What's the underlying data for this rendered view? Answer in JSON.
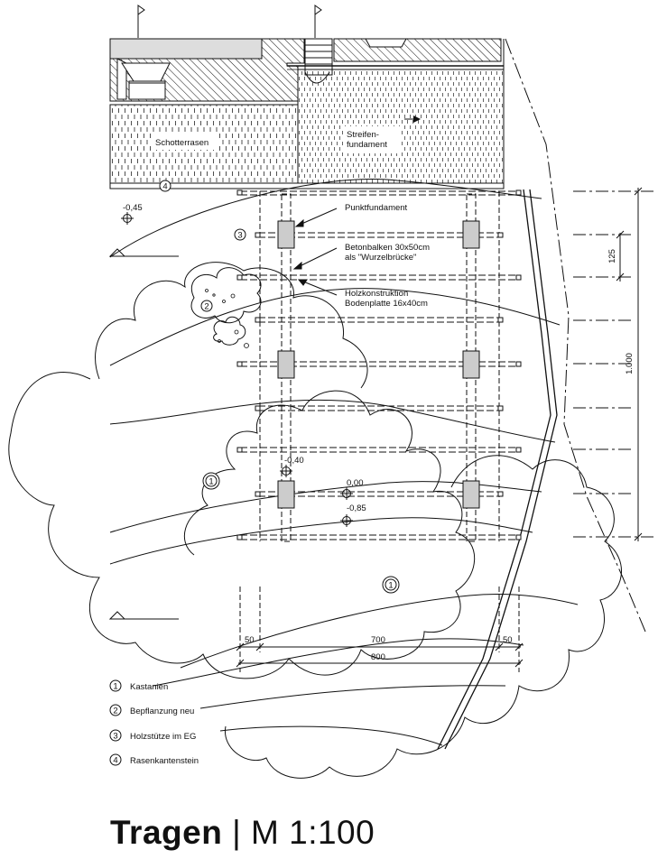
{
  "labels": {
    "schotterrasen": "Schotterrasen",
    "streifen_1": "Streifen-",
    "streifen_2": "fundament",
    "punktfundament": "Punktfundament",
    "betonbalken_1": "Betonbalken 30x50cm",
    "betonbalken_2": "als \"Wurzelbrücke\"",
    "holz_1": "Holzkonstruktion",
    "holz_2": "Bodenplatte 16x40cm"
  },
  "levels": {
    "l1": "-0,45",
    "l2": "-0,40",
    "l3": "0,00",
    "l4": "-0,85"
  },
  "markers": {
    "m1": "1",
    "m2": "2",
    "m3": "3",
    "m4": "4"
  },
  "dimensions": {
    "d50a": "50",
    "d700": "700",
    "d50b": "50",
    "d800": "800",
    "d125": "125",
    "d1000": "1.000"
  },
  "legend": [
    {
      "num": "1",
      "text": "Kastanien"
    },
    {
      "num": "2",
      "text": "Bepflanzung neu"
    },
    {
      "num": "3",
      "text": "Holzstütze im EG"
    },
    {
      "num": "4",
      "text": "Rasenkantenstein"
    }
  ],
  "title": {
    "main": "Tragen",
    "sep": "|",
    "scale": "M 1:100"
  }
}
